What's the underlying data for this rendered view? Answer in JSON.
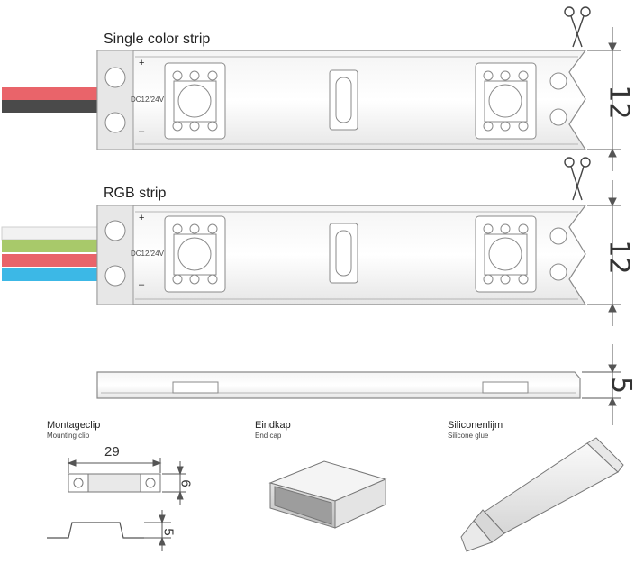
{
  "strips": {
    "single_title": "Single color strip",
    "rgb_title": "RGB strip",
    "plus": "+",
    "minus": "–",
    "voltage": "DC12/24V",
    "width_dim": "12",
    "height_dim": "5"
  },
  "accessories": {
    "clip_label": "Montageclip",
    "clip_sub": "Mounting clip",
    "clip_length": "29",
    "clip_width": "6",
    "clip_height": "5",
    "cap_label": "Eindkap",
    "cap_sub": "End cap",
    "glue_label": "Siliconenlijm",
    "glue_sub": "Silicone glue"
  },
  "colors": {
    "red_wire": "#e9646a",
    "black_wire": "#4a4a4a",
    "white_wire": "#f2f2f2",
    "green_wire": "#a8c96a",
    "blue_wire": "#3cb8e6",
    "outline": "#8a8a8a"
  }
}
